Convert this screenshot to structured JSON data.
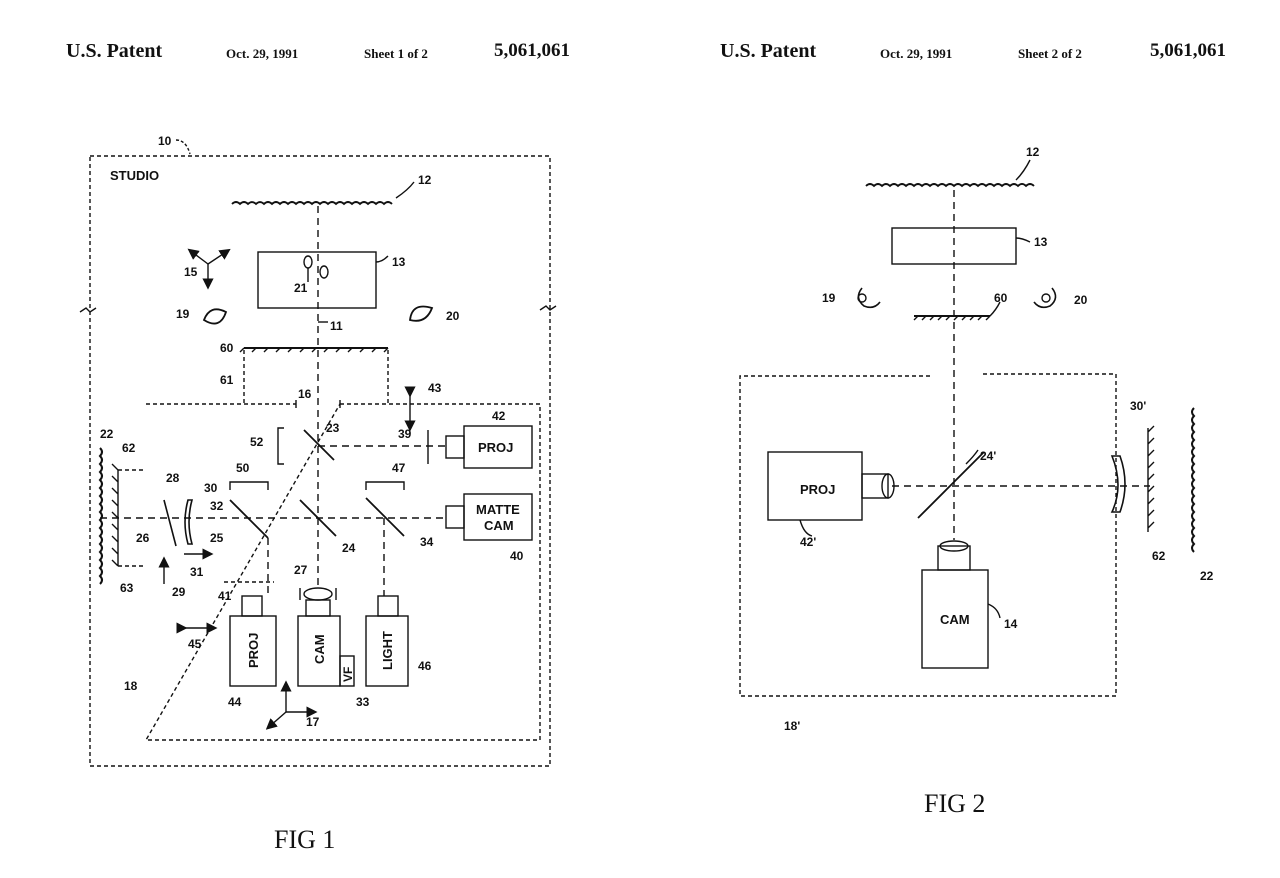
{
  "sheet1": {
    "title": "U.S. Patent",
    "date": "Oct. 29, 1991",
    "sheet": "Sheet 1 of 2",
    "number": "5,061,061",
    "studio_label": "STUDIO",
    "fig_label": "FIG  1",
    "refs": {
      "r10": "10",
      "r12": "12",
      "r13": "13",
      "r15": "15",
      "r21": "21",
      "r19": "19",
      "r20": "20",
      "r11": "11",
      "r60": "60",
      "r61": "61",
      "r16": "16",
      "r43": "43",
      "r42": "42",
      "r22": "22",
      "r62": "62",
      "r52": "52",
      "r23": "23",
      "r39": "39",
      "r50": "50",
      "r47": "47",
      "r28": "28",
      "r30": "30",
      "r32": "32",
      "r25": "25",
      "r24": "24",
      "r34": "34",
      "r40": "40",
      "r26": "26",
      "r31": "31",
      "r29": "29",
      "r63": "63",
      "r27": "27",
      "r41": "41",
      "r45": "45",
      "r46": "46",
      "r18": "18",
      "r44": "44",
      "r33": "33",
      "r17": "17"
    },
    "boxes": {
      "proj_right": "PROJ",
      "matte_line1": "MATTE",
      "matte_line2": "CAM",
      "proj_bottom": "PROJ",
      "cam": "CAM",
      "vf": "VF",
      "light": "LIGHT"
    }
  },
  "sheet2": {
    "title": "U.S. Patent",
    "date": "Oct. 29, 1991",
    "sheet": "Sheet 2 of 2",
    "number": "5,061,061",
    "fig_label": "FIG  2",
    "refs": {
      "r12": "12",
      "r13": "13",
      "r19": "19",
      "r60": "60",
      "r20": "20",
      "r30p": "30'",
      "r24p": "24'",
      "r42p": "42'",
      "r62": "62",
      "r22": "22",
      "r14": "14",
      "r18p": "18'"
    },
    "boxes": {
      "proj": "PROJ",
      "cam": "CAM"
    }
  }
}
